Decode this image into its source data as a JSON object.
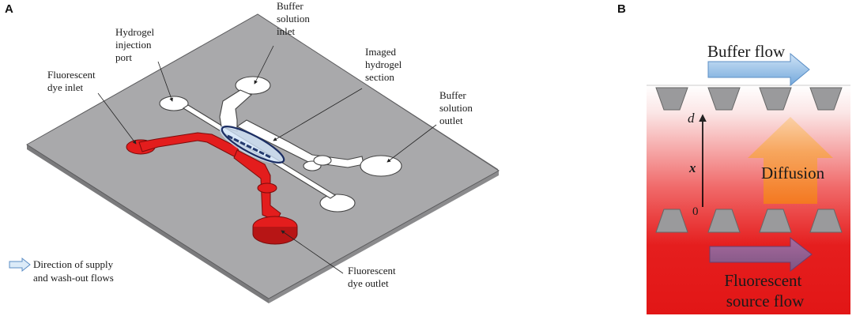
{
  "panel_a": {
    "letter": "A",
    "labels": {
      "buffer_inlet": [
        "Buffer",
        "solution",
        "inlet"
      ],
      "hydrogel_port": [
        "Hydrogel",
        "injection",
        "port"
      ],
      "imaged_section": [
        "Imaged",
        "hydrogel",
        "section"
      ],
      "dye_inlet": [
        "Fluorescent",
        "dye inlet"
      ],
      "buffer_outlet": [
        "Buffer",
        "solution",
        "outlet"
      ],
      "dye_outlet": [
        "Fluorescent",
        "dye outlet"
      ]
    },
    "legend": [
      "Direction of supply",
      "and wash-out flows"
    ]
  },
  "panel_b": {
    "letter": "B",
    "buffer_flow": "Buffer flow",
    "diffusion": "Diffusion",
    "axis_top": "d",
    "axis_mid": "x",
    "axis_zero": "0",
    "source_flow": [
      "Fluorescent",
      "source flow"
    ]
  },
  "colors": {
    "chip": "#a9a9ab",
    "dye": "#e31d1d",
    "arrow_blue": "#7fb2e0"
  }
}
